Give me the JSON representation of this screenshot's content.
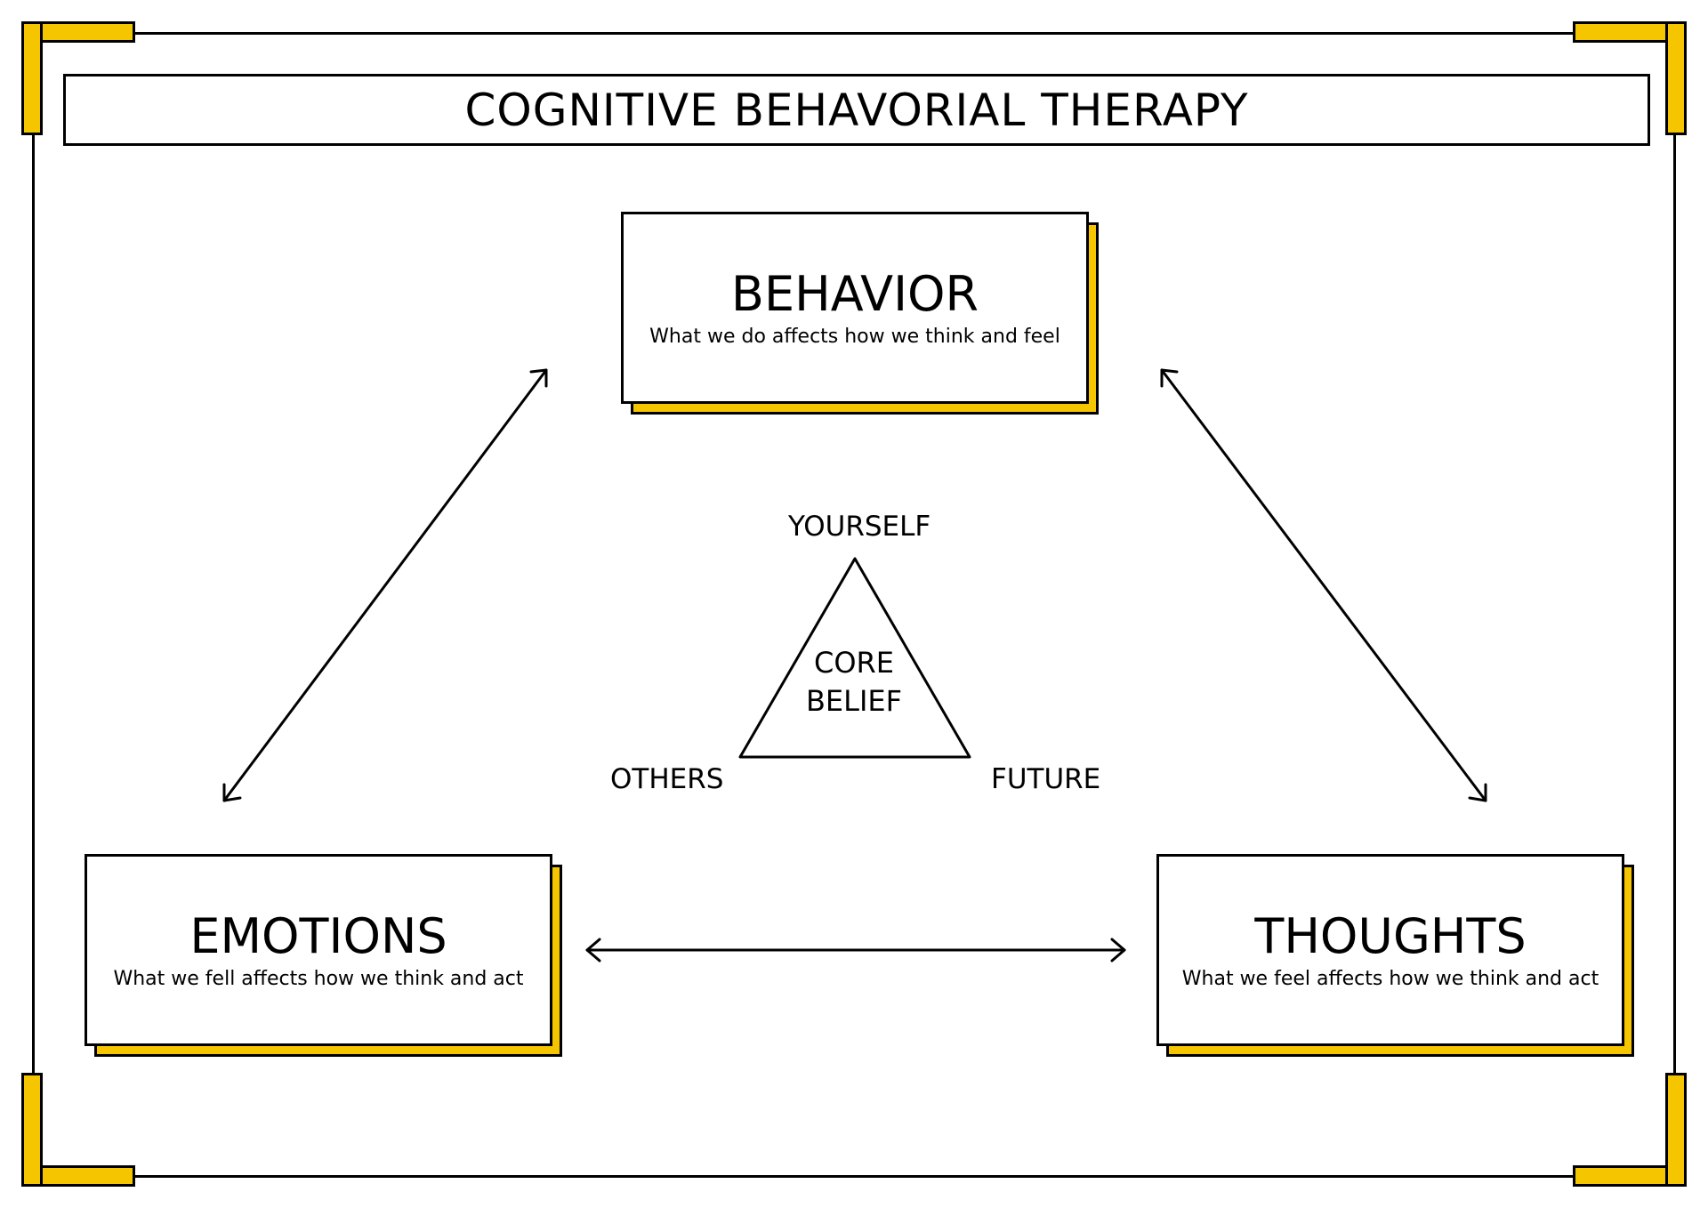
{
  "title": "COGNITIVE BEHAVORIAL THERAPY",
  "colors": {
    "accent": "#f5c500",
    "stroke": "#000000",
    "background": "#ffffff"
  },
  "nodes": {
    "behavior": {
      "title": "BEHAVIOR",
      "subtitle": "What we do affects how we think and feel"
    },
    "emotions": {
      "title": "EMOTIONS",
      "subtitle": "What we fell affects how we think and act"
    },
    "thoughts": {
      "title": "THOUGHTS",
      "subtitle": "What we feel affects how we think and act"
    }
  },
  "core_belief": {
    "line1": "CORE",
    "line2": "BELIEF",
    "vertices": {
      "top": "YOURSELF",
      "left": "OTHERS",
      "right": "FUTURE"
    }
  },
  "edges": [
    {
      "from": "behavior",
      "to": "emotions",
      "style": "double-arrow"
    },
    {
      "from": "behavior",
      "to": "thoughts",
      "style": "double-arrow"
    },
    {
      "from": "emotions",
      "to": "thoughts",
      "style": "double-arrow"
    }
  ]
}
